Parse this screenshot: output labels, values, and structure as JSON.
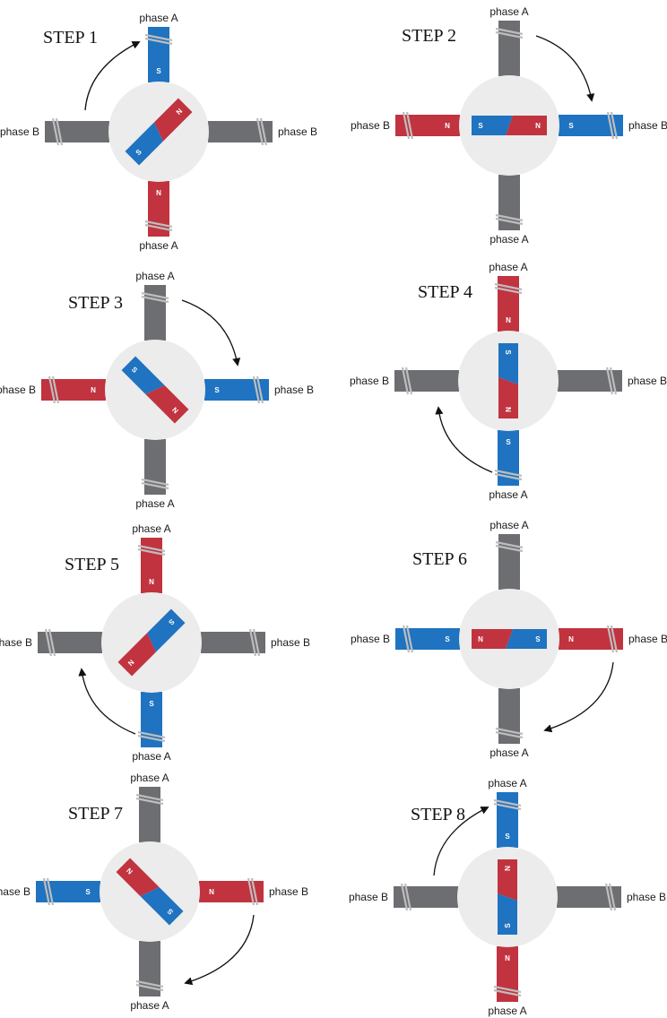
{
  "colors": {
    "north": "#c1333f",
    "south": "#1f73c0",
    "inactive": "#6d6e71",
    "rotor_disc": "#ececec",
    "arrow": "#111111",
    "coil": "#bdbdbd"
  },
  "labels": {
    "phase_a": "phase A",
    "phase_b": "phase B",
    "north": "N",
    "south": "S"
  },
  "steps": [
    {
      "title": "STEP 1",
      "rotor_angle_deg": -45,
      "top": "S",
      "bottom": "N",
      "left": "off",
      "right": "off",
      "arrow": "ccw-up"
    },
    {
      "title": "STEP 2",
      "rotor_angle_deg": 0,
      "top": "off",
      "bottom": "off",
      "left": "N",
      "right": "S",
      "arrow": "cw-right"
    },
    {
      "title": "STEP 3",
      "rotor_angle_deg": 45,
      "top": "off",
      "bottom": "off",
      "left": "N",
      "right": "S",
      "arrow": "cw-right"
    },
    {
      "title": "STEP 4",
      "rotor_angle_deg": 90,
      "top": "N",
      "bottom": "S",
      "left": "off",
      "right": "off",
      "arrow": "cw-left-up"
    },
    {
      "title": "STEP 5",
      "rotor_angle_deg": 135,
      "top": "N",
      "bottom": "S",
      "left": "off",
      "right": "off",
      "arrow": "cw-left-up"
    },
    {
      "title": "STEP 6",
      "rotor_angle_deg": 180,
      "top": "off",
      "bottom": "off",
      "left": "S",
      "right": "N",
      "arrow": "ccw-down"
    },
    {
      "title": "STEP 7",
      "rotor_angle_deg": 225,
      "top": "off",
      "bottom": "off",
      "left": "S",
      "right": "N",
      "arrow": "ccw-down"
    },
    {
      "title": "STEP 8",
      "rotor_angle_deg": 270,
      "top": "S",
      "bottom": "N",
      "left": "off",
      "right": "off",
      "arrow": "ccw-up"
    }
  ]
}
